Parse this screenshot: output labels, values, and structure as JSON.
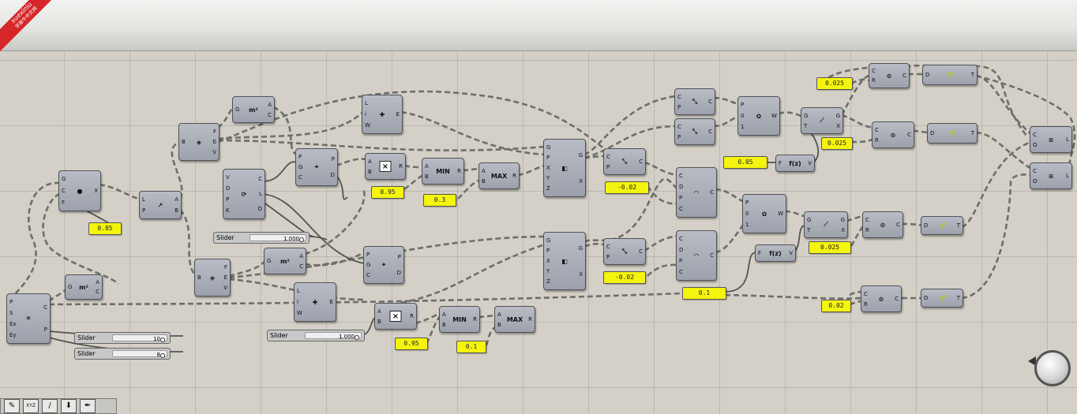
{
  "watermark": {
    "site": "xuexiniu",
    "subtitle": "学犀牛中文网"
  },
  "colors": {
    "canvas": "#d4d0c7",
    "component": "#a9acb5",
    "panel": "#f4f40e",
    "wire": "#6e6e6a"
  },
  "components": [
    {
      "id": "c-mesh-input",
      "inputs": [
        "P",
        "S",
        "Ex",
        "Ey"
      ],
      "outputs": [
        "C",
        "P"
      ],
      "icon": "grid-icon",
      "glyph": "⌗"
    },
    {
      "id": "c-area-a",
      "inputs": [
        "G"
      ],
      "outputs": [
        "A",
        "C"
      ],
      "icon": "area-icon",
      "glyph": "m²"
    },
    {
      "id": "c-circle",
      "inputs": [
        "G",
        "C",
        "F"
      ],
      "outputs": [
        "X"
      ],
      "icon": "circle-fit-icon",
      "glyph": "●"
    },
    {
      "id": "c-line",
      "inputs": [
        "L",
        "P"
      ],
      "outputs": [
        "A",
        "B"
      ],
      "icon": "line-icon",
      "glyph": "↗"
    },
    {
      "id": "c-brep-top",
      "inputs": [
        "B"
      ],
      "outputs": [
        "F",
        "E",
        "V"
      ],
      "icon": "brep-icon",
      "glyph": "◈"
    },
    {
      "id": "c-area-top",
      "inputs": [
        "G"
      ],
      "outputs": [
        "A",
        "C"
      ],
      "icon": "area-icon",
      "glyph": "m²"
    },
    {
      "id": "c-rotate",
      "inputs": [
        "V",
        "D",
        "P",
        "K"
      ],
      "outputs": [
        "C",
        "L",
        "D"
      ],
      "icon": "rotate-icon",
      "glyph": "⟳"
    },
    {
      "id": "c-pull-top",
      "inputs": [
        "P",
        "G",
        "C"
      ],
      "outputs": [
        "P",
        "D"
      ],
      "icon": "pull-point-icon",
      "glyph": "⌖"
    },
    {
      "id": "c-intersect-top",
      "inputs": [
        "L",
        "i",
        "W"
      ],
      "outputs": [
        "E"
      ],
      "icon": "intersect-icon",
      "glyph": "✚"
    },
    {
      "id": "c-mult-top",
      "inputs": [
        "A",
        "B"
      ],
      "outputs": [
        "R"
      ],
      "icon": "multiply-icon",
      "glyph": "×"
    },
    {
      "id": "c-min-top",
      "inputs": [
        "A",
        "B"
      ],
      "outputs": [
        "R"
      ],
      "icon": "min-icon",
      "glyph": "MIN"
    },
    {
      "id": "c-max-top",
      "inputs": [
        "A",
        "B"
      ],
      "outputs": [
        "R"
      ],
      "icon": "max-icon",
      "glyph": "MAX"
    },
    {
      "id": "c-brep-bot",
      "inputs": [
        "B"
      ],
      "outputs": [
        "F",
        "E",
        "V"
      ],
      "icon": "brep-icon",
      "glyph": "◈"
    },
    {
      "id": "c-area-bot",
      "inputs": [
        "G"
      ],
      "outputs": [
        "A",
        "C"
      ],
      "icon": "area-icon",
      "glyph": "m²"
    },
    {
      "id": "c-pull-bot",
      "inputs": [
        "P",
        "G",
        "C"
      ],
      "outputs": [
        "P",
        "D"
      ],
      "icon": "pull-point-icon",
      "glyph": "⌖"
    },
    {
      "id": "c-intersect-bot",
      "inputs": [
        "L",
        "i",
        "W"
      ],
      "outputs": [
        "E"
      ],
      "icon": "intersect-icon",
      "glyph": "✚"
    },
    {
      "id": "c-mult-bot",
      "inputs": [
        "A",
        "B"
      ],
      "outputs": [
        "R"
      ],
      "icon": "multiply-icon",
      "glyph": "×"
    },
    {
      "id": "c-min-bot",
      "inputs": [
        "A",
        "B"
      ],
      "outputs": [
        "R"
      ],
      "icon": "min-icon",
      "glyph": "MIN"
    },
    {
      "id": "c-max-bot",
      "inputs": [
        "A",
        "B"
      ],
      "outputs": [
        "R"
      ],
      "icon": "max-icon",
      "glyph": "MAX"
    },
    {
      "id": "c-move-top",
      "inputs": [
        "G",
        "P",
        "X",
        "Y",
        "Z"
      ],
      "outputs": [
        "G",
        "X"
      ],
      "icon": "move-icon",
      "glyph": "◧"
    },
    {
      "id": "c-move-bot",
      "inputs": [
        "G",
        "P",
        "X",
        "Y",
        "Z"
      ],
      "outputs": [
        "G",
        "X"
      ],
      "icon": "move-icon",
      "glyph": "◧"
    },
    {
      "id": "c-eval-1",
      "inputs": [
        "C",
        "P"
      ],
      "outputs": [
        "C"
      ],
      "icon": "evaluate-icon",
      "glyph": "⤡"
    },
    {
      "id": "c-eval-2",
      "inputs": [
        "C",
        "P"
      ],
      "outputs": [
        "C"
      ],
      "icon": "evaluate-icon",
      "glyph": "⤡"
    },
    {
      "id": "c-eval-3",
      "inputs": [
        "C",
        "P"
      ],
      "outputs": [
        "C"
      ],
      "icon": "evaluate-icon",
      "glyph": "⤡"
    },
    {
      "id": "c-eval-4",
      "inputs": [
        "C",
        "P"
      ],
      "outputs": [
        "C"
      ],
      "icon": "evaluate-icon",
      "glyph": "⤡"
    },
    {
      "id": "c-arc-top",
      "inputs": [
        "C",
        "D",
        "P",
        "C"
      ],
      "outputs": [
        "C"
      ],
      "icon": "arc-icon",
      "glyph": "◠"
    },
    {
      "id": "c-arc-bot",
      "inputs": [
        "C",
        "D",
        "P",
        "C"
      ],
      "outputs": [
        "C"
      ],
      "icon": "arc-icon",
      "glyph": "◠"
    },
    {
      "id": "c-weave-top",
      "inputs": [
        "P",
        "0",
        "1"
      ],
      "outputs": [
        "W"
      ],
      "icon": "weave-icon",
      "glyph": "✿"
    },
    {
      "id": "c-weave-bot",
      "inputs": [
        "P",
        "0",
        "1"
      ],
      "outputs": [
        "W"
      ],
      "icon": "weave-icon",
      "glyph": "✿"
    },
    {
      "id": "c-fz-top",
      "inputs": [
        "F"
      ],
      "outputs": [
        "V"
      ],
      "icon": "function-icon",
      "glyph": "f(z)"
    },
    {
      "id": "c-fz-bot",
      "inputs": [
        "F"
      ],
      "outputs": [
        "V"
      ],
      "icon": "function-icon",
      "glyph": "f(z)"
    },
    {
      "id": "c-pt-top",
      "inputs": [
        "G",
        "T"
      ],
      "outputs": [
        "G",
        "X"
      ],
      "icon": "point-on-curve-icon",
      "glyph": "⟋"
    },
    {
      "id": "c-pt-bot",
      "inputs": [
        "G",
        "T"
      ],
      "outputs": [
        "G",
        "X"
      ],
      "icon": "point-on-curve-icon",
      "glyph": "⟋"
    },
    {
      "id": "c-circ-1",
      "inputs": [
        "C",
        "R"
      ],
      "outputs": [
        "C"
      ],
      "icon": "circle-icon",
      "glyph": "⊙"
    },
    {
      "id": "c-circ-2",
      "inputs": [
        "C",
        "R"
      ],
      "outputs": [
        "C"
      ],
      "icon": "circle-icon",
      "glyph": "⊙"
    },
    {
      "id": "c-circ-3",
      "inputs": [
        "C",
        "R"
      ],
      "outputs": [
        "C"
      ],
      "icon": "circle-icon",
      "glyph": "⊙"
    },
    {
      "id": "c-circ-4",
      "inputs": [
        "C",
        "R"
      ],
      "outputs": [
        "C"
      ],
      "icon": "circle-icon",
      "glyph": "⊙"
    },
    {
      "id": "c-tree-1",
      "inputs": [
        "D"
      ],
      "outputs": [
        "T"
      ],
      "icon": "tree-icon",
      "glyph": "🌱"
    },
    {
      "id": "c-tree-2",
      "inputs": [
        "D"
      ],
      "outputs": [
        "T"
      ],
      "icon": "tree-icon",
      "glyph": "🌱"
    },
    {
      "id": "c-tree-3",
      "inputs": [
        "D"
      ],
      "outputs": [
        "T"
      ],
      "icon": "tree-icon",
      "glyph": "🌱"
    },
    {
      "id": "c-tree-4",
      "inputs": [
        "D"
      ],
      "outputs": [
        "T"
      ],
      "icon": "tree-icon",
      "glyph": "🌱"
    },
    {
      "id": "c-loft-top",
      "inputs": [
        "C",
        "O"
      ],
      "outputs": [
        "L"
      ],
      "icon": "loft-icon",
      "glyph": "≋"
    },
    {
      "id": "c-loft-bot",
      "inputs": [
        "C",
        "O"
      ],
      "outputs": [
        "L"
      ],
      "icon": "loft-icon",
      "glyph": "≋"
    }
  ],
  "panels": [
    {
      "id": "p1",
      "text": "0.85"
    },
    {
      "id": "p2",
      "text": "0.95"
    },
    {
      "id": "p3",
      "text": "0.3"
    },
    {
      "id": "p4",
      "text": "0.95"
    },
    {
      "id": "p5",
      "text": "0.1"
    },
    {
      "id": "p6",
      "text": "-0.02"
    },
    {
      "id": "p7",
      "text": "-0.02"
    },
    {
      "id": "p8",
      "text": "0.05"
    },
    {
      "id": "p9",
      "text": "0.1"
    },
    {
      "id": "p10",
      "text": "0.025"
    },
    {
      "id": "p11",
      "text": "0.025"
    },
    {
      "id": "p12",
      "text": "0.025"
    },
    {
      "id": "p13",
      "text": "0.02"
    }
  ],
  "sliders": [
    {
      "id": "s1",
      "label": "Slider",
      "value": "1.000"
    },
    {
      "id": "s2",
      "label": "Slider",
      "value": "1.000"
    },
    {
      "id": "s3",
      "label": "Slider",
      "value": "10"
    },
    {
      "id": "s4",
      "label": "Slider",
      "value": "8"
    }
  ],
  "toolbar": [
    {
      "name": "sketch-tool",
      "glyph": "✎"
    },
    {
      "name": "xyz-axes",
      "glyph": "XYZ"
    },
    {
      "name": "pen-tool",
      "glyph": "/"
    },
    {
      "name": "bake-tool",
      "glyph": "⬇"
    },
    {
      "name": "eyedropper-tool",
      "glyph": "✒"
    }
  ]
}
